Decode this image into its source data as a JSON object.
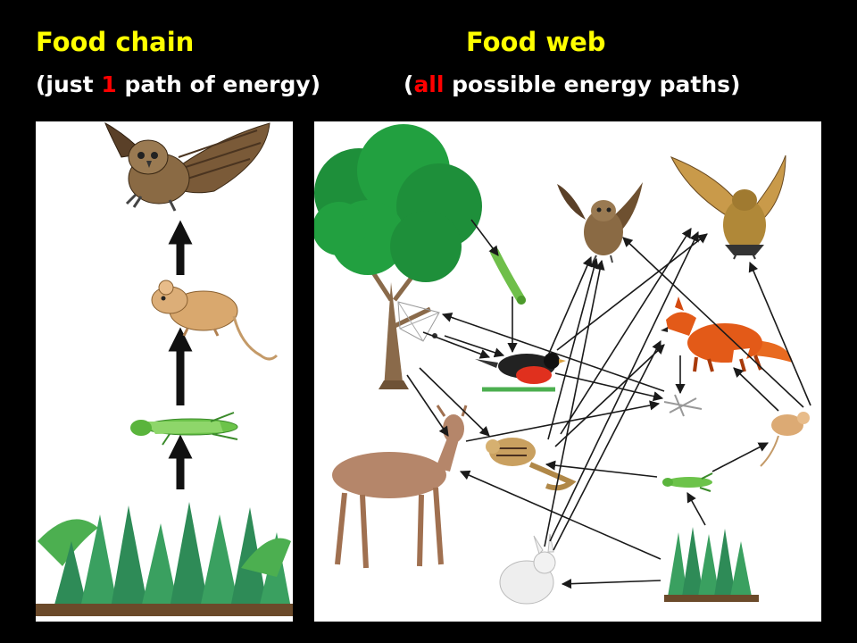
{
  "header": {
    "chain_title": "Food chain",
    "web_title": "Food web",
    "chain_sub_pre": "(just ",
    "chain_sub_hl": "1",
    "chain_sub_post": " path of energy)",
    "web_sub_pre": "(",
    "web_sub_hl": "all",
    "web_sub_post": " possible energy paths)"
  },
  "colors": {
    "title": "#ffff00",
    "subtitle": "#ffffff",
    "highlight": "#ff0000",
    "background": "#000000",
    "panel": "#ffffff"
  },
  "food_chain": [
    "grass",
    "grasshopper",
    "mouse",
    "owl"
  ],
  "food_web": {
    "organisms": [
      "tree",
      "grass",
      "caterpillar",
      "grasshopper",
      "mouse",
      "rabbit",
      "chipmunk",
      "deer",
      "bird",
      "spider",
      "fox",
      "owl",
      "hawk",
      "decomposer"
    ]
  }
}
